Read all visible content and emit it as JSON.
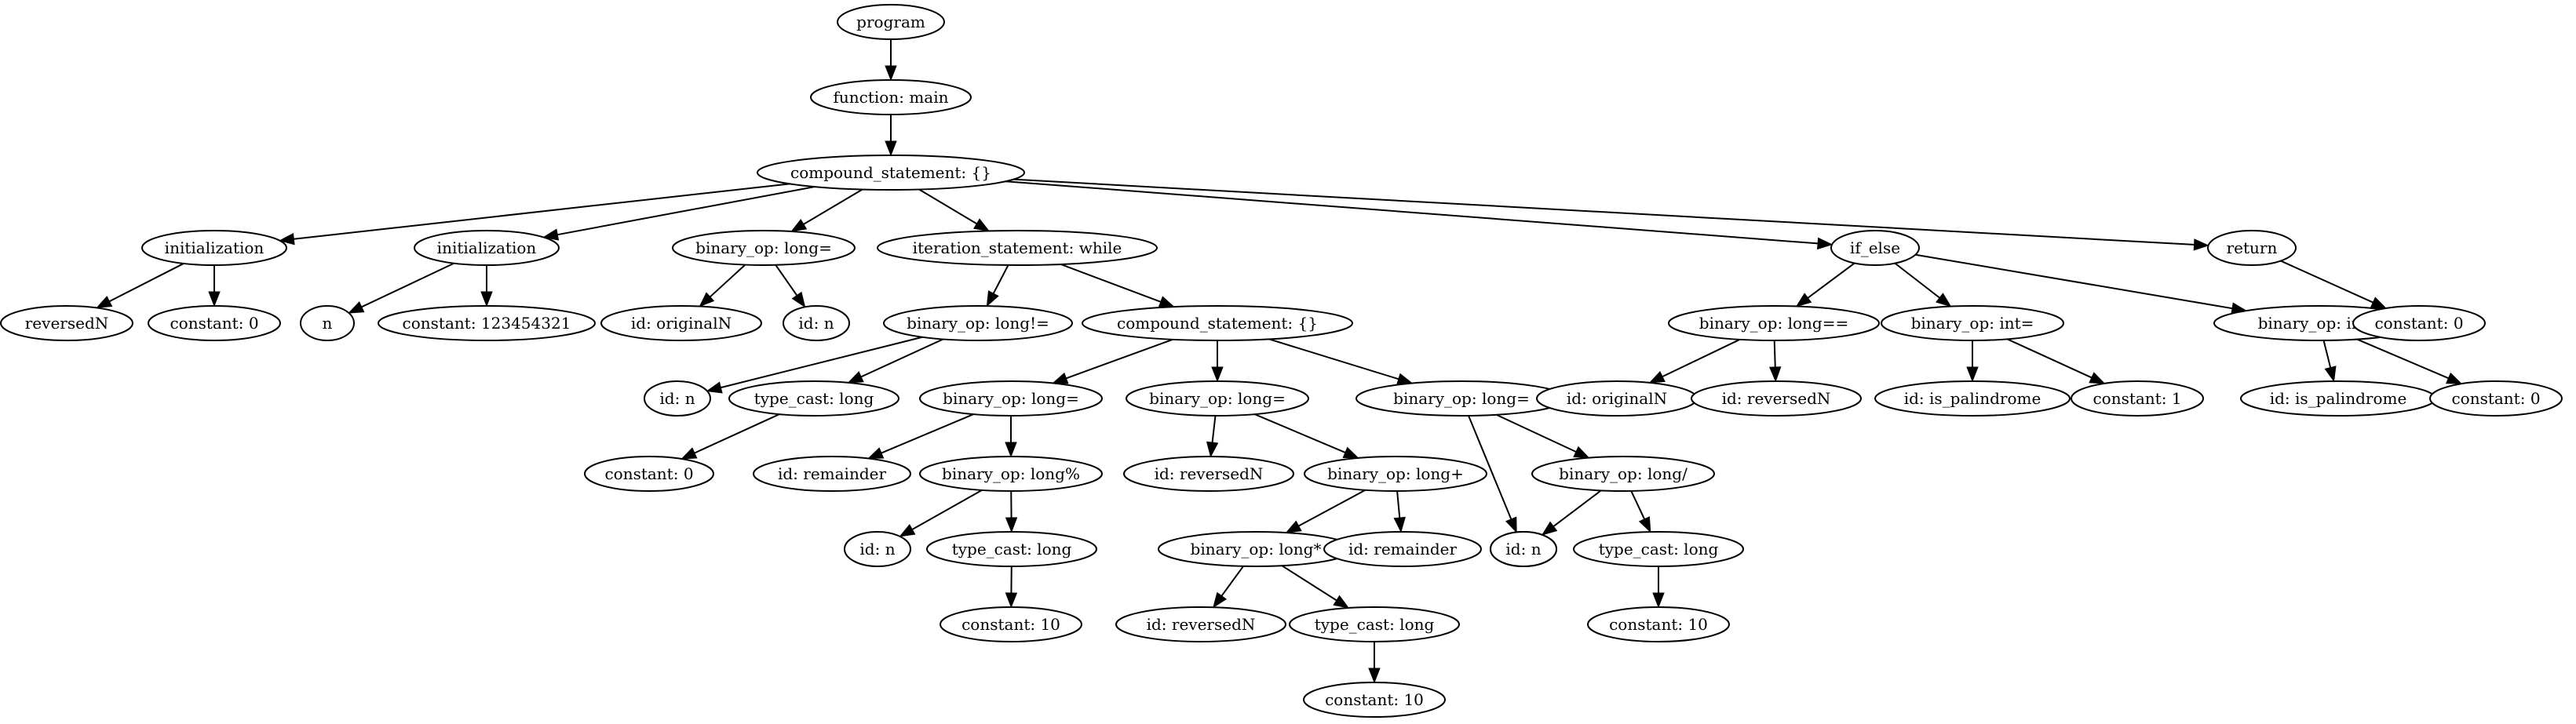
{
  "tree": {
    "nodes": [
      {
        "id": "n0",
        "label": "program"
      },
      {
        "id": "n1",
        "label": "function: main"
      },
      {
        "id": "n2",
        "label": "compound_statement: {}"
      },
      {
        "id": "n3",
        "label": "initialization"
      },
      {
        "id": "n4",
        "label": "reversedN"
      },
      {
        "id": "n5",
        "label": "constant: 0"
      },
      {
        "id": "n6",
        "label": "initialization"
      },
      {
        "id": "n7",
        "label": "n"
      },
      {
        "id": "n8",
        "label": "constant: 123454321"
      },
      {
        "id": "n9",
        "label": "binary_op: long="
      },
      {
        "id": "n10",
        "label": "id: originalN"
      },
      {
        "id": "n11",
        "label": "id: n"
      },
      {
        "id": "n12",
        "label": "iteration_statement: while"
      },
      {
        "id": "n13",
        "label": "binary_op: long!="
      },
      {
        "id": "n14",
        "label": "id: n"
      },
      {
        "id": "n15",
        "label": "type_cast: long"
      },
      {
        "id": "n16",
        "label": "constant: 0"
      },
      {
        "id": "n17",
        "label": "compound_statement: {}"
      },
      {
        "id": "n18",
        "label": "binary_op: long="
      },
      {
        "id": "n19",
        "label": "id: remainder"
      },
      {
        "id": "n20",
        "label": "binary_op: long%"
      },
      {
        "id": "n21",
        "label": "id: n"
      },
      {
        "id": "n22",
        "label": "type_cast: long"
      },
      {
        "id": "n23",
        "label": "constant: 10"
      },
      {
        "id": "n24",
        "label": "binary_op: long="
      },
      {
        "id": "n25",
        "label": "id: reversedN"
      },
      {
        "id": "n26",
        "label": "binary_op: long+"
      },
      {
        "id": "n27",
        "label": "binary_op: long*"
      },
      {
        "id": "n28",
        "label": "id: reversedN"
      },
      {
        "id": "n29",
        "label": "type_cast: long"
      },
      {
        "id": "n30",
        "label": "constant: 10"
      },
      {
        "id": "n31",
        "label": "id: remainder"
      },
      {
        "id": "n32",
        "label": "binary_op: long="
      },
      {
        "id": "n33",
        "label": "id: n"
      },
      {
        "id": "n34",
        "label": "binary_op: long/"
      },
      {
        "id": "n35",
        "label": "id: n"
      },
      {
        "id": "n36",
        "label": "type_cast: long"
      },
      {
        "id": "n37",
        "label": "constant: 10"
      },
      {
        "id": "n38",
        "label": "if_else"
      },
      {
        "id": "n39",
        "label": "binary_op: long=="
      },
      {
        "id": "n40",
        "label": "id: originalN"
      },
      {
        "id": "n41",
        "label": "id: reversedN"
      },
      {
        "id": "n42",
        "label": "binary_op: int="
      },
      {
        "id": "n43",
        "label": "id: is_palindrome"
      },
      {
        "id": "n44",
        "label": "constant: 1"
      },
      {
        "id": "n45",
        "label": "binary_op: int="
      },
      {
        "id": "n46",
        "label": "id: is_palindrome"
      },
      {
        "id": "n47",
        "label": "constant: 0"
      },
      {
        "id": "n48",
        "label": "return"
      },
      {
        "id": "n49",
        "label": "constant: 0"
      }
    ],
    "edges": [
      [
        "n0",
        "n1"
      ],
      [
        "n1",
        "n2"
      ],
      [
        "n2",
        "n3"
      ],
      [
        "n2",
        "n6"
      ],
      [
        "n2",
        "n9"
      ],
      [
        "n2",
        "n12"
      ],
      [
        "n2",
        "n38"
      ],
      [
        "n2",
        "n48"
      ],
      [
        "n3",
        "n4"
      ],
      [
        "n3",
        "n5"
      ],
      [
        "n6",
        "n7"
      ],
      [
        "n6",
        "n8"
      ],
      [
        "n9",
        "n10"
      ],
      [
        "n9",
        "n11"
      ],
      [
        "n12",
        "n13"
      ],
      [
        "n12",
        "n17"
      ],
      [
        "n13",
        "n14"
      ],
      [
        "n13",
        "n15"
      ],
      [
        "n15",
        "n16"
      ],
      [
        "n17",
        "n18"
      ],
      [
        "n17",
        "n24"
      ],
      [
        "n17",
        "n32"
      ],
      [
        "n18",
        "n19"
      ],
      [
        "n18",
        "n20"
      ],
      [
        "n20",
        "n21"
      ],
      [
        "n20",
        "n22"
      ],
      [
        "n22",
        "n23"
      ],
      [
        "n24",
        "n25"
      ],
      [
        "n24",
        "n26"
      ],
      [
        "n26",
        "n27"
      ],
      [
        "n26",
        "n31"
      ],
      [
        "n27",
        "n28"
      ],
      [
        "n27",
        "n29"
      ],
      [
        "n29",
        "n30"
      ],
      [
        "n32",
        "n33"
      ],
      [
        "n32",
        "n34"
      ],
      [
        "n34",
        "n35"
      ],
      [
        "n34",
        "n36"
      ],
      [
        "n36",
        "n37"
      ],
      [
        "n38",
        "n39"
      ],
      [
        "n38",
        "n42"
      ],
      [
        "n38",
        "n45"
      ],
      [
        "n39",
        "n40"
      ],
      [
        "n39",
        "n41"
      ],
      [
        "n42",
        "n43"
      ],
      [
        "n42",
        "n44"
      ],
      [
        "n45",
        "n46"
      ],
      [
        "n45",
        "n47"
      ],
      [
        "n48",
        "n49"
      ]
    ]
  }
}
